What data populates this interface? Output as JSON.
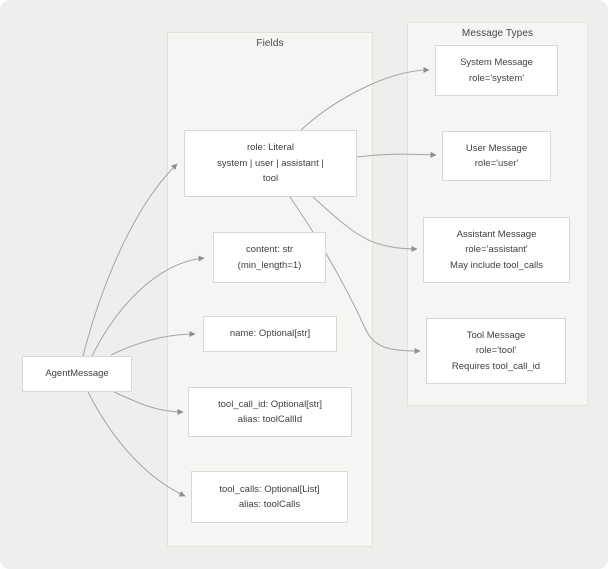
{
  "colors": {
    "page_bg": "#efeeec",
    "group_bg": "#f5f5f3",
    "group_border": "#e3e2df",
    "node_bg": "#ffffff",
    "node_border": "#d9d8d5",
    "connector": "#a6a5a3",
    "text": "#3f3f3f"
  },
  "root_node": {
    "label": "AgentMessage"
  },
  "groups": {
    "fields": {
      "label": "Fields",
      "items": [
        {
          "id": "role",
          "lines": [
            "role: Literal",
            "system | user | assistant |",
            "tool"
          ]
        },
        {
          "id": "content",
          "lines": [
            "content: str",
            "(min_length=1)"
          ]
        },
        {
          "id": "name",
          "lines": [
            "name: Optional[str]"
          ]
        },
        {
          "id": "tool_call_id",
          "lines": [
            "tool_call_id: Optional[str]",
            "alias: toolCallId"
          ]
        },
        {
          "id": "tool_calls",
          "lines": [
            "tool_calls: Optional[List]",
            "alias: toolCalls"
          ]
        }
      ]
    },
    "message_types": {
      "label": "Message Types",
      "items": [
        {
          "id": "system",
          "lines": [
            "System Message",
            "role='system'"
          ]
        },
        {
          "id": "user",
          "lines": [
            "User Message",
            "role='user'"
          ]
        },
        {
          "id": "assistant",
          "lines": [
            "Assistant Message",
            "role='assistant'",
            "May include tool_calls"
          ]
        },
        {
          "id": "tool",
          "lines": [
            "Tool Message",
            "role='tool'",
            "Requires tool_call_id"
          ]
        }
      ]
    }
  },
  "edges": [
    {
      "from": "AgentMessage",
      "to": "role"
    },
    {
      "from": "AgentMessage",
      "to": "content"
    },
    {
      "from": "AgentMessage",
      "to": "name"
    },
    {
      "from": "AgentMessage",
      "to": "tool_call_id"
    },
    {
      "from": "AgentMessage",
      "to": "tool_calls"
    },
    {
      "from": "role",
      "to": "System Message"
    },
    {
      "from": "role",
      "to": "User Message"
    },
    {
      "from": "role",
      "to": "Assistant Message"
    },
    {
      "from": "role",
      "to": "Tool Message"
    }
  ]
}
